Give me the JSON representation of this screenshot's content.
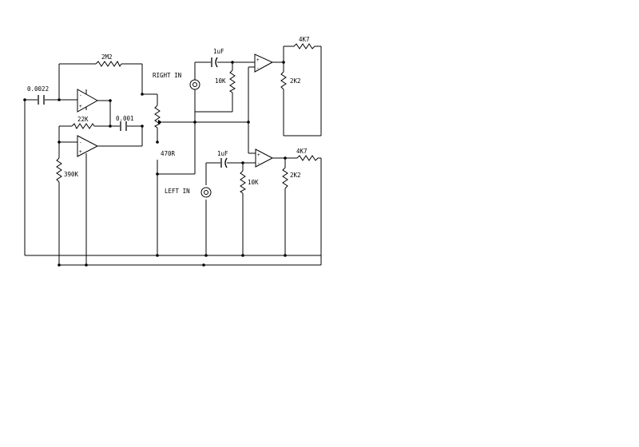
{
  "labels": {
    "c_0022": "0.0022",
    "r_2m2": "2M2",
    "right_in": "RIGHT IN",
    "c_001": "0.001",
    "r_22k": "22K",
    "r_390k": "390K",
    "pot_470r": "470R",
    "c_1uf_right": "1uF",
    "r_10k_right": "10K",
    "r_4k7_top": "4K7",
    "r_2k2_right": "2K2",
    "left_in": "LEFT IN",
    "c_1uf_left": "1uF",
    "r_10k_left": "10K",
    "r_4k7_bottom": "4K7",
    "r_2k2_left": "2K2"
  },
  "opamp_signs": {
    "minus": "-",
    "plus": "+"
  },
  "colors": {
    "ink": "#000000",
    "background": "#ffffff"
  }
}
